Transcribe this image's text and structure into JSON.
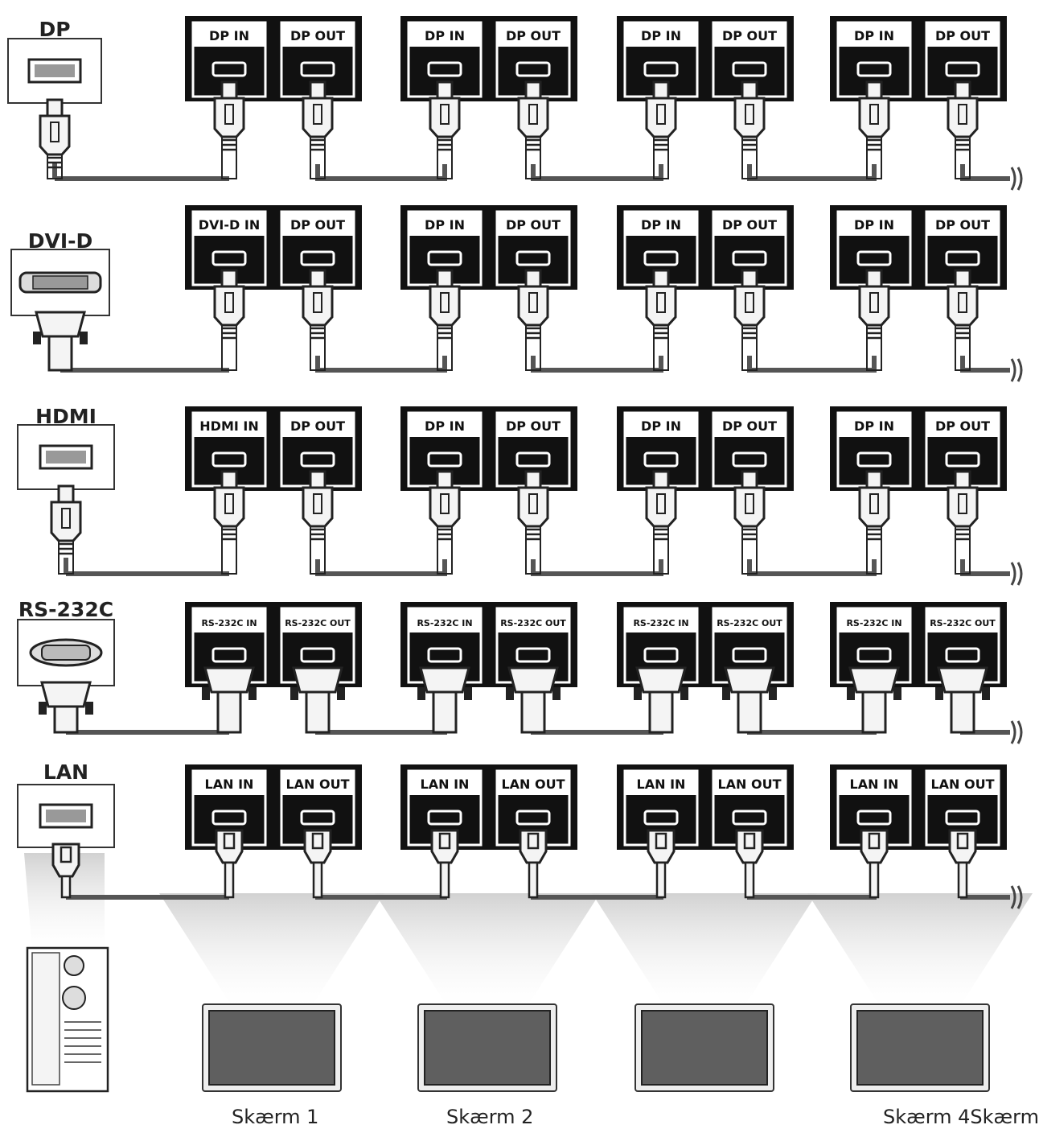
{
  "colors": {
    "panel": "#111111",
    "cable": "#555555",
    "connector": "#f4f4f4",
    "screen": "#5f5f5f",
    "beam": "#d9d9d9"
  },
  "rows": [
    {
      "group": "DP",
      "source_icon": "displayport-icon",
      "ports": [
        [
          "DP IN",
          "DP OUT"
        ],
        [
          "DP IN",
          "DP OUT"
        ],
        [
          "DP IN",
          "DP OUT"
        ],
        [
          "DP IN",
          "DP OUT"
        ]
      ]
    },
    {
      "group": "DVI-D",
      "source_icon": "dvi-icon",
      "ports": [
        [
          "DVI-D IN",
          "DP OUT"
        ],
        [
          "DP IN",
          "DP OUT"
        ],
        [
          "DP IN",
          "DP OUT"
        ],
        [
          "DP IN",
          "DP OUT"
        ]
      ]
    },
    {
      "group": "HDMI",
      "source_icon": "hdmi-icon",
      "ports": [
        [
          "HDMI IN",
          "DP OUT"
        ],
        [
          "DP IN",
          "DP OUT"
        ],
        [
          "DP IN",
          "DP OUT"
        ],
        [
          "DP IN",
          "DP OUT"
        ]
      ]
    },
    {
      "group": "RS-232C",
      "source_icon": "serial-port-icon",
      "ports": [
        [
          "RS-232C IN",
          "RS-232C OUT"
        ],
        [
          "RS-232C IN",
          "RS-232C OUT"
        ],
        [
          "RS-232C IN",
          "RS-232C OUT"
        ],
        [
          "RS-232C IN",
          "RS-232C OUT"
        ]
      ]
    },
    {
      "group": "LAN",
      "source_icon": "lan-port-icon",
      "ports": [
        [
          "LAN IN",
          "LAN OUT"
        ],
        [
          "LAN IN",
          "LAN OUT"
        ],
        [
          "LAN IN",
          "LAN OUT"
        ],
        [
          "LAN IN",
          "LAN OUT"
        ]
      ]
    }
  ],
  "screens": [
    "Skærm 1",
    "Skærm 2",
    "",
    "Skærm 4Skærm"
  ],
  "icons": {
    "computer": "pc-tower-icon",
    "monitor": "monitor-icon",
    "cable_break": "cable-break-icon"
  }
}
